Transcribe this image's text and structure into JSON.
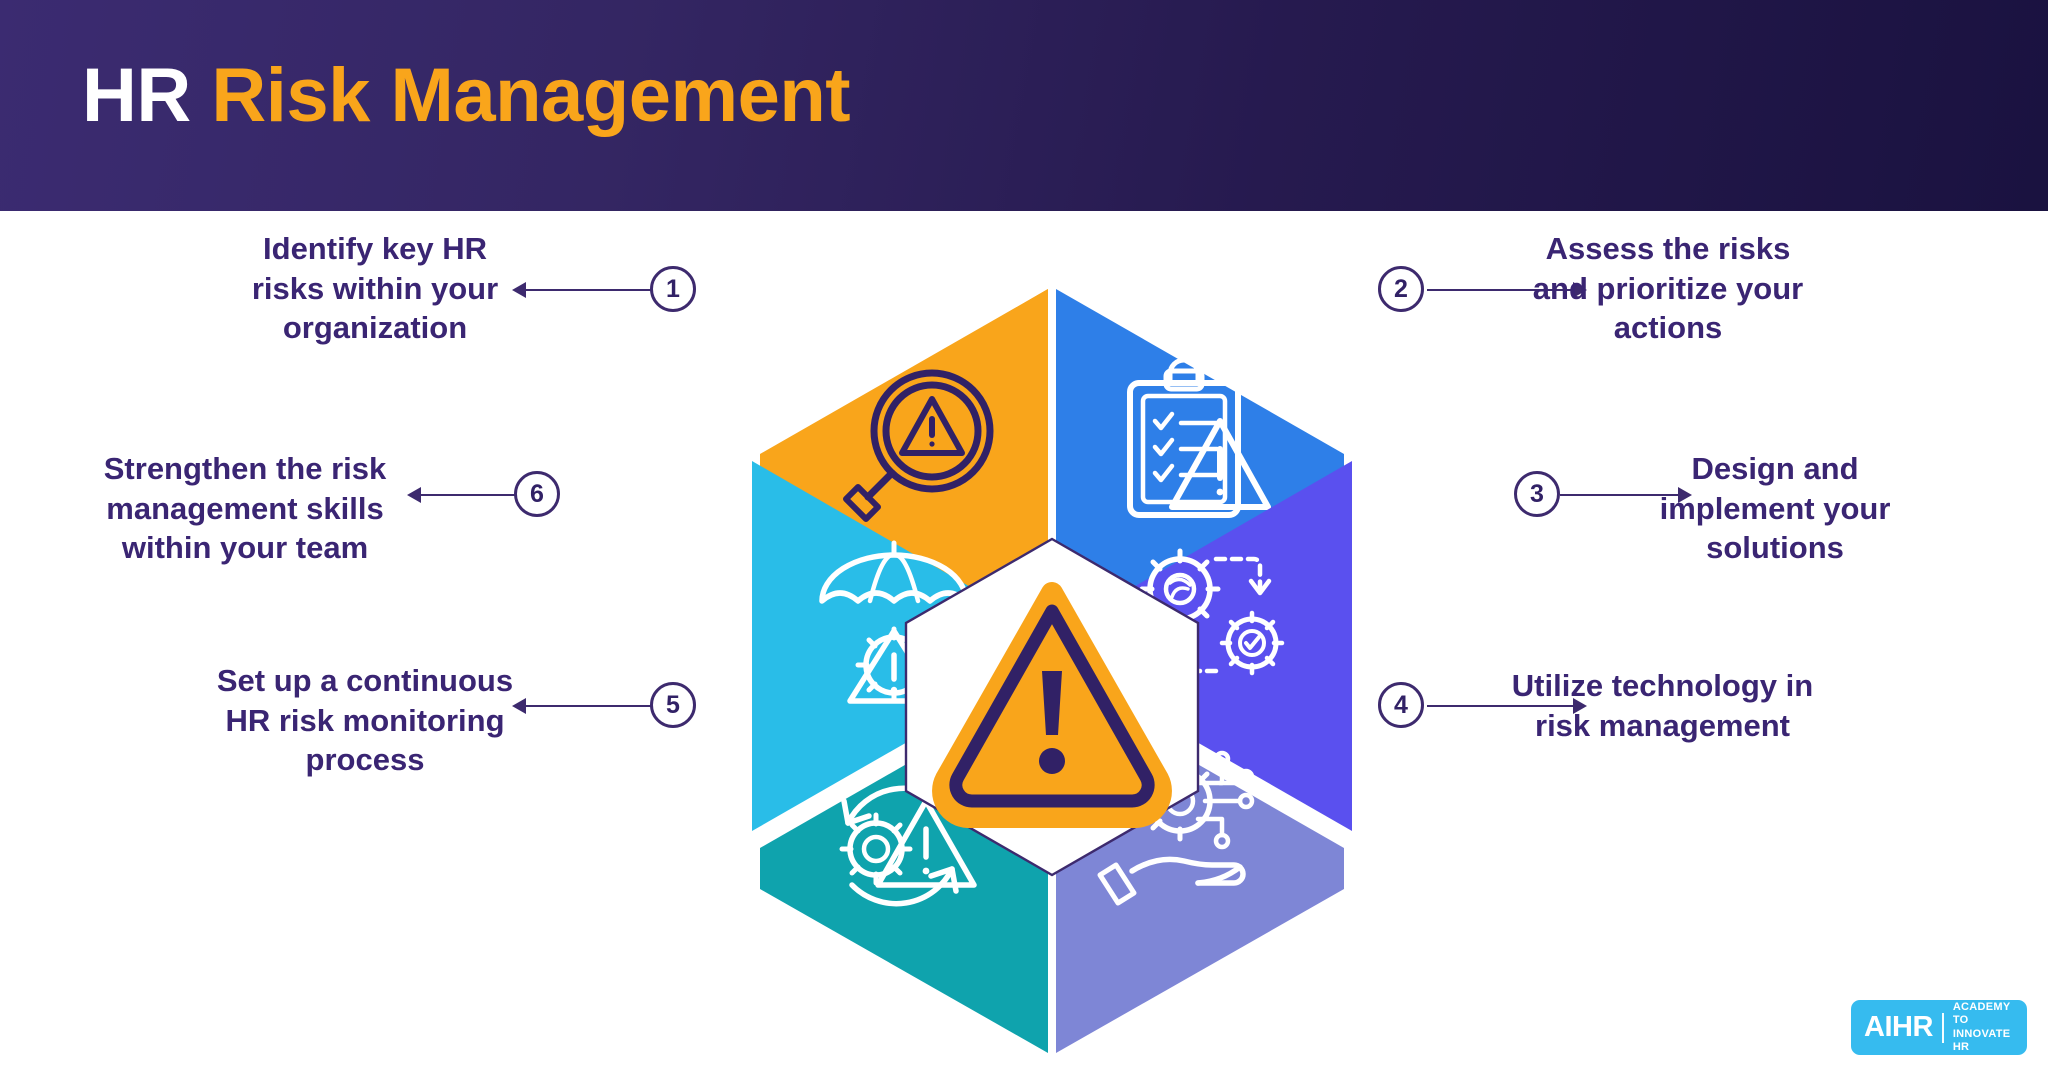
{
  "header": {
    "title_part1": "HR ",
    "title_part2": "Risk Management",
    "bg_gradient_from": "#3b2b71",
    "bg_gradient_to": "#1a1240",
    "accent_color": "#F9A51B"
  },
  "center": {
    "icon": "warning-triangle-icon",
    "fill": "#F9A51B",
    "stroke": "#312166"
  },
  "steps": [
    {
      "number": "1",
      "label": "Identify key HR risks within your organization",
      "lines": [
        "Identify key HR",
        "risks within your",
        "organization"
      ],
      "color": "#F9A51B",
      "icon": "magnifier-warning-icon",
      "icon_color": "#312166",
      "side": "left"
    },
    {
      "number": "2",
      "label": "Assess the risks and prioritize your actions",
      "lines": [
        "Assess the risks",
        "and prioritize your",
        "actions"
      ],
      "color": "#2E7FE8",
      "icon": "clipboard-checklist-warning-icon",
      "icon_color": "#ffffff",
      "side": "right"
    },
    {
      "number": "3",
      "label": "Design and implement your solutions",
      "lines": [
        "Design and",
        "implement your",
        "solutions"
      ],
      "color": "#5A50EF",
      "icon": "gears-process-arrows-icon",
      "icon_color": "#ffffff",
      "side": "right"
    },
    {
      "number": "4",
      "label": "Utilize technology in risk management",
      "lines": [
        "Utilize technology in",
        "risk management"
      ],
      "color": "#7E86D6",
      "icon": "hand-gear-circuit-icon",
      "icon_color": "#ffffff",
      "side": "right"
    },
    {
      "number": "5",
      "label": "Set up a continuous HR risk monitoring process",
      "lines": [
        "Set up a continuous",
        "HR risk monitoring",
        "process"
      ],
      "color": "#0FA3AD",
      "icon": "gear-warning-refresh-icon",
      "icon_color": "#ffffff",
      "side": "left"
    },
    {
      "number": "6",
      "label": "Strengthen the risk management skills within your team",
      "lines": [
        "Strengthen the risk",
        "management skills",
        "within your team"
      ],
      "color": "#29BDE8",
      "icon": "umbrella-gear-warning-icon",
      "icon_color": "#ffffff",
      "side": "left"
    }
  ],
  "logo": {
    "mark": "AIHR",
    "sub_line1": "ACADEMY TO",
    "sub_line2": "INNOVATE HR",
    "bg": "#36BBEF"
  },
  "text_color": "#3a2573",
  "arrow_color": "#3d2a6e"
}
